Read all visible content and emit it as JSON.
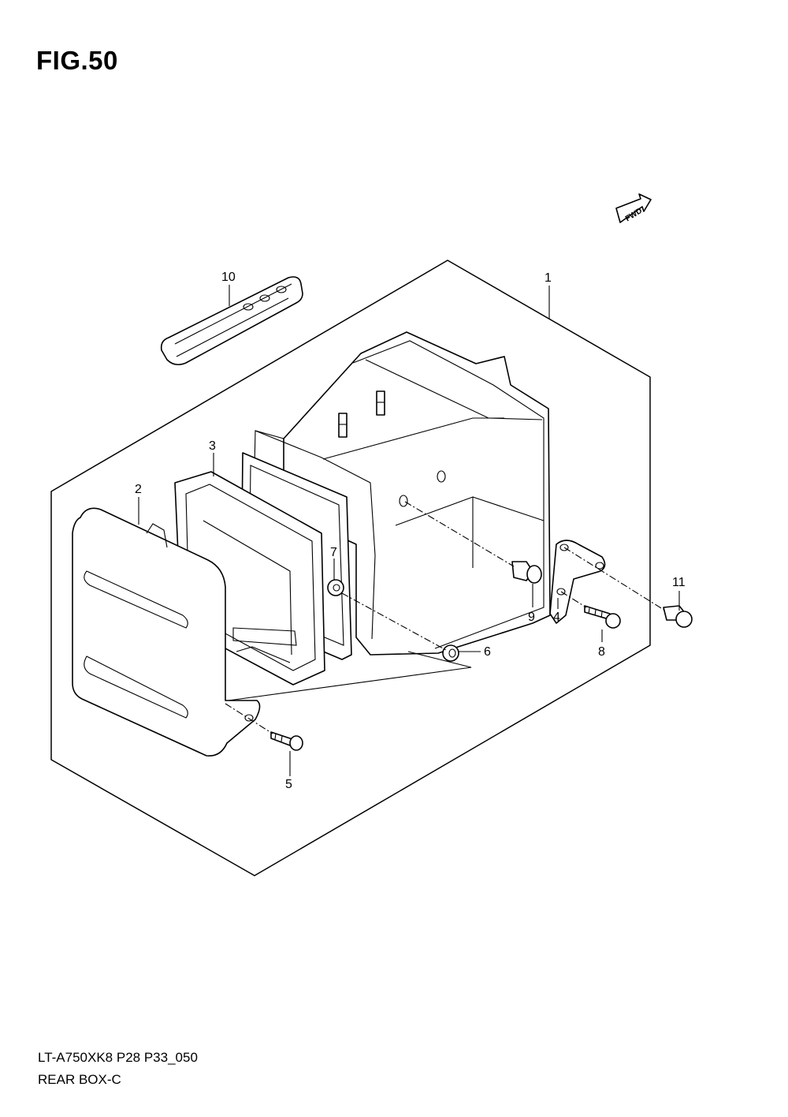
{
  "figure": {
    "title": "FIG.50",
    "model_code": "LT-A750XK8 P28 P33_050",
    "assembly_name": "REAR BOX-C",
    "fwd_label": "FWD"
  },
  "callouts": [
    {
      "id": "c1",
      "label": "1"
    },
    {
      "id": "c2",
      "label": "2"
    },
    {
      "id": "c3",
      "label": "3"
    },
    {
      "id": "c4",
      "label": "4"
    },
    {
      "id": "c5",
      "label": "5"
    },
    {
      "id": "c6",
      "label": "6"
    },
    {
      "id": "c7",
      "label": "7"
    },
    {
      "id": "c8",
      "label": "8"
    },
    {
      "id": "c9",
      "label": "9"
    },
    {
      "id": "c10",
      "label": "10"
    },
    {
      "id": "c11",
      "label": "11"
    }
  ]
}
